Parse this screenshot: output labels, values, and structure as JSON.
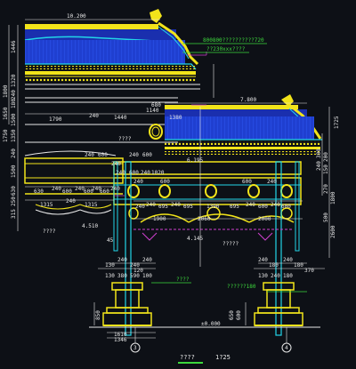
{
  "drawing": {
    "top_span": "10.200",
    "right_span": "7.800",
    "ridge_note_1": "800800??????????720",
    "ridge_note_2": "??230xxx????",
    "left_dims": [
      "1446",
      "1320",
      "240",
      "180",
      "1500",
      "1350",
      "240",
      "1500",
      "1800",
      "1650",
      "1750",
      "250",
      "630",
      "315"
    ],
    "dim_1790": "1790",
    "dim_240a": "240",
    "dim_1440": "1440",
    "dim_1380": "1380",
    "dim_1140": "1140",
    "dim_680": "680",
    "dim_6195": "6.195",
    "q_mid": "????",
    "row_a": [
      "240",
      "600",
      "240",
      "240",
      "600"
    ],
    "row_a2": [
      "240",
      "600",
      "240",
      "1020"
    ],
    "row_b": [
      "630",
      "240",
      "600",
      "240",
      "600",
      "240",
      "660",
      "240"
    ],
    "row_c": [
      "240",
      "600",
      "600",
      "240"
    ],
    "row_d": [
      "1315",
      "240",
      "1315"
    ],
    "row_e": [
      "240",
      "240",
      "695",
      "240",
      "695",
      "1390",
      "695",
      "240",
      "600",
      "240",
      "600"
    ],
    "row_f": [
      "1900",
      "2060",
      "2000"
    ],
    "label_4510": "4.510",
    "label_4145": "4.145",
    "label_q_left": "????",
    "label_q_center": "?????",
    "label_45": "45",
    "right_dims": [
      "1725",
      "300",
      "240",
      "200",
      "150",
      "1800",
      "2600",
      "270",
      "500"
    ],
    "base_dims_left": [
      "130",
      "240",
      "240",
      "240",
      "120",
      "130",
      "380",
      "590",
      "100"
    ],
    "base_dims_right": [
      "240",
      "180",
      "240",
      "180",
      "370",
      "130",
      "240",
      "180"
    ],
    "base_note_left": "????",
    "base_note_right": "??????180",
    "level_zero": "±0.000",
    "dim_850": "850",
    "dim_1346": "1346",
    "dim_1610": "1610",
    "dim_650": "650",
    "dim_600": "600",
    "axis_3": "3",
    "axis_4": "4",
    "title": "????",
    "scale": "1?25"
  },
  "colors": {
    "roof_blue": "#1f3fd0",
    "yellow": "#f2e41a",
    "cyan": "#22d6e8",
    "white": "#e8e8e8",
    "green": "#3dd83d",
    "magenta": "#d040d0",
    "red": "#e03030"
  }
}
